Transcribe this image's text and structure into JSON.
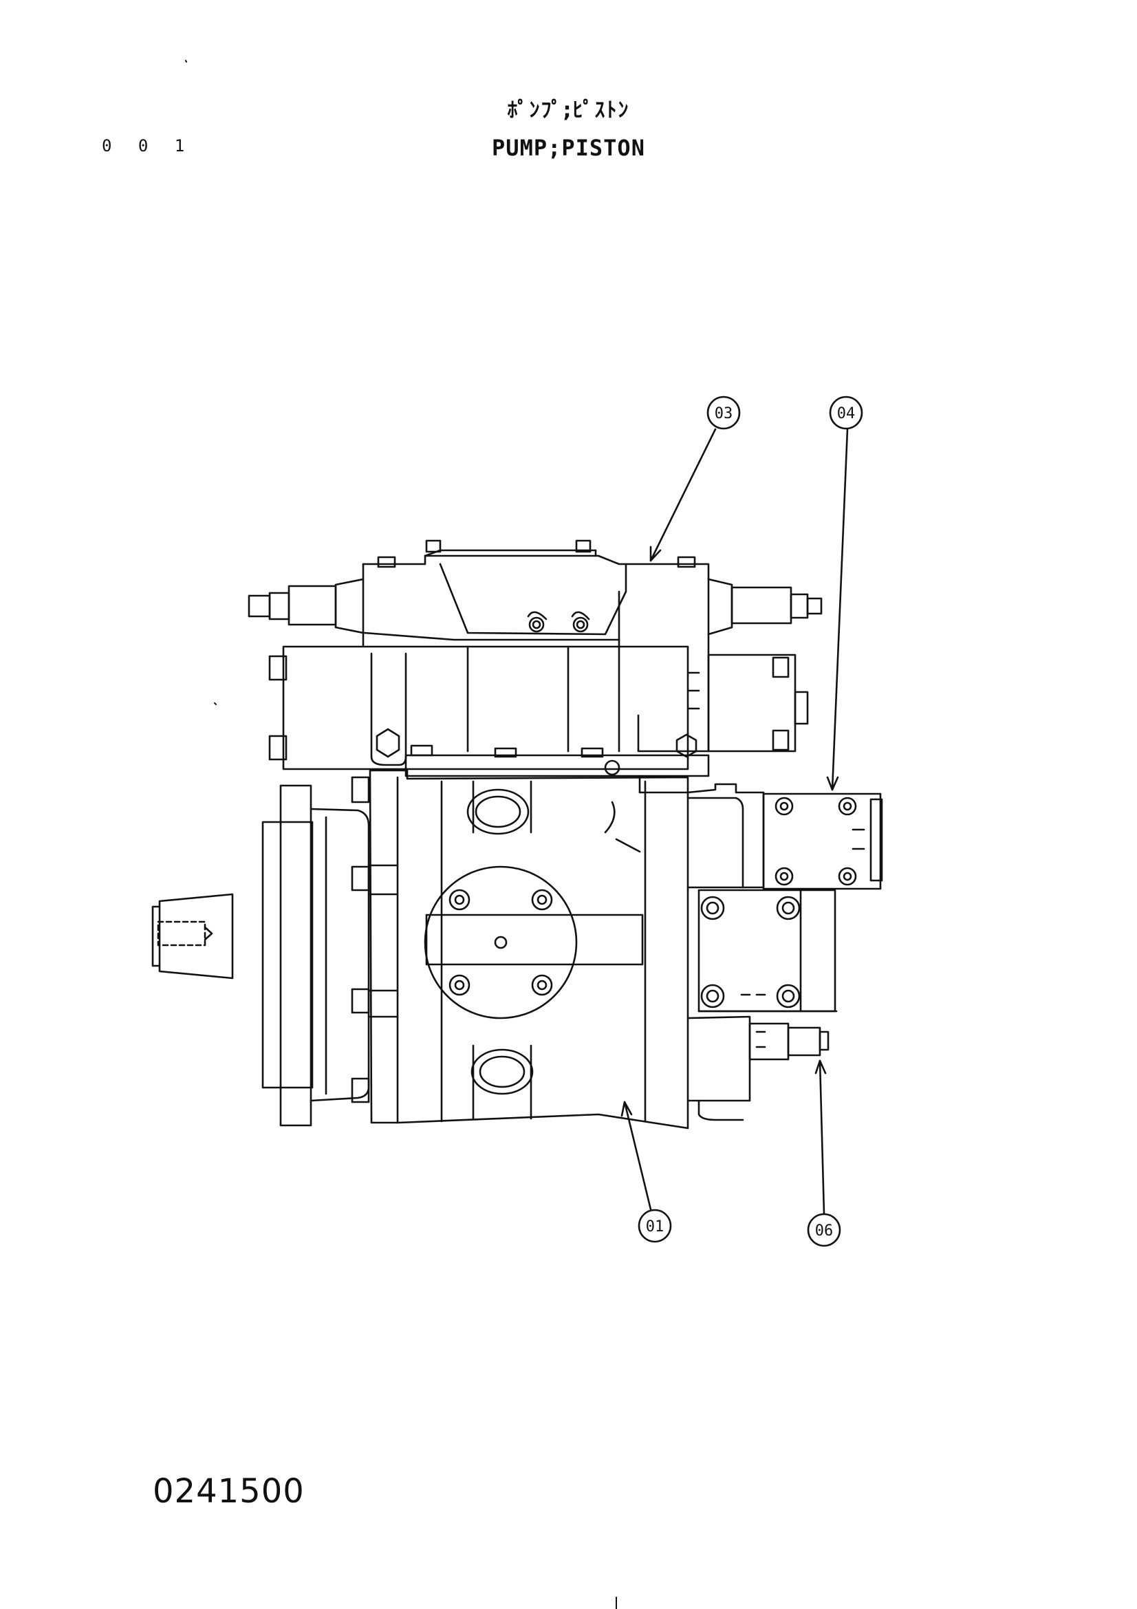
{
  "header": {
    "page_number": "0 0 1",
    "title_jp": "ﾎﾟﾝﾌﾟ;ﾋﾟｽﾄﾝ",
    "title_en": "PUMP;PISTON"
  },
  "callouts": [
    {
      "id": "callout-03",
      "label": "03"
    },
    {
      "id": "callout-04",
      "label": "04"
    },
    {
      "id": "callout-01",
      "label": "01"
    },
    {
      "id": "callout-06",
      "label": "06"
    }
  ],
  "footer": {
    "drawing_number": "0241500"
  },
  "colors": {
    "ink": "#111111",
    "paper": "#ffffff"
  }
}
